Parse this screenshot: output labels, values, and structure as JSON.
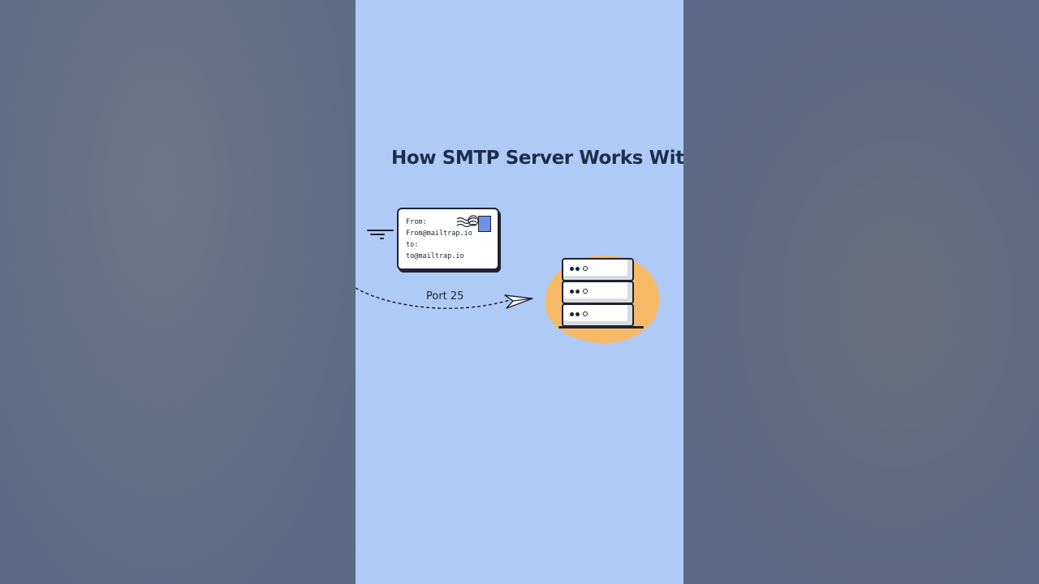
{
  "title": "How SMTP Server Works Witho",
  "envelope": {
    "from_label": "From:",
    "from_address": "From@mailtrap.io",
    "to_label": "to:",
    "to_address": "to@mailtrap.io"
  },
  "connection": {
    "label": "Port 25"
  },
  "icons": [
    "envelope-icon",
    "stamp-icon",
    "paper-plane-icon",
    "server-stack-icon"
  ],
  "colors": {
    "stage_background": "#afcaf7",
    "side_background": "#5d6b84",
    "ink": "#1c2433",
    "title": "#1c2f4a",
    "server_blob": "#f6ba67",
    "stamp": "#6f91e6"
  }
}
